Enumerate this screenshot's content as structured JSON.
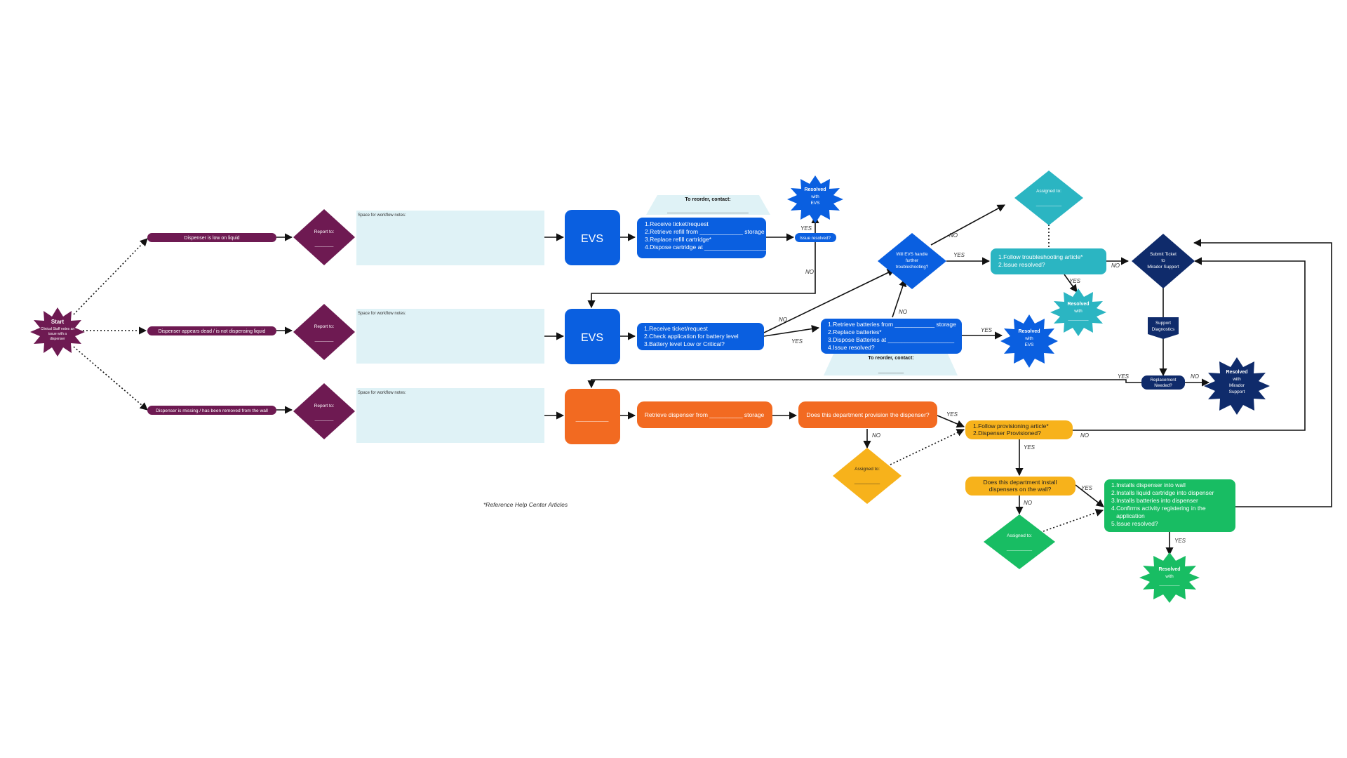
{
  "colors": {
    "plum": "#6e1a52",
    "blue": "#0a5fe0",
    "navy": "#0f2b6b",
    "teal": "#2bb5c2",
    "orange": "#f26a21",
    "yellow": "#f7b21b",
    "green": "#18bd63",
    "pale": "#dff2f6"
  },
  "start": {
    "title": "Start",
    "lines": [
      "Clinical Staff notes an",
      "issue with a",
      "dispenser"
    ]
  },
  "triggers": {
    "low": "Dispenser is low on liquid",
    "dead": "Dispenser appears dead / is not dispensing liquid",
    "missing": "Dispenser is missing / has been removed from the wall"
  },
  "report_to": {
    "label": "Report to:",
    "blank": "________"
  },
  "notes": {
    "label": "Space for workflow notes:"
  },
  "evs": "EVS",
  "orange_box_blank": "____________",
  "refill_steps": {
    "lines": [
      "1.Receive ticket/request",
      "2.Retrieve refill from _____________ storage",
      "3.Replace refill cartridge*",
      "4.Dispose cartridge at ____________________"
    ]
  },
  "reorder_top": {
    "title": "To reorder,  contact:",
    "blank": "________________________________"
  },
  "issue_resolved_small": "Issue resolved?",
  "resolved_evs_top": {
    "title": "Resolved",
    "lines": [
      "with",
      "EVS"
    ]
  },
  "battery_check": {
    "lines": [
      "1.Receive ticket/request",
      "2.Check application for battery level",
      "3.Battery level Low or Critical?"
    ]
  },
  "battery_steps": {
    "lines": [
      "1.Retrieve batteries from ____________ storage",
      "2.Replace batteries*",
      "3.Dispose Batteries at ____________________",
      "4.Issue resolved?"
    ]
  },
  "reorder_bottom": {
    "title": "To reorder,  contact:",
    "blank": "__________"
  },
  "resolved_evs_mid": {
    "title": "Resolved",
    "lines": [
      "with",
      "EVS"
    ]
  },
  "will_evs": {
    "lines": [
      "Will EVS handle",
      "further",
      "troubleshooting?"
    ]
  },
  "assigned_teal": {
    "label": "Assigned to:",
    "blank": "__________"
  },
  "troubleshoot": {
    "lines": [
      "1.Follow troubleshooting article*",
      "2.Issue resolved?"
    ]
  },
  "resolved_with_teal": {
    "title": "Resolved",
    "lines": [
      "with",
      "________"
    ]
  },
  "submit_ticket": {
    "lines": [
      "Submit Ticket",
      "to",
      "Mirador Support"
    ]
  },
  "support_diag": {
    "lines": [
      "Support",
      "Diagnostics"
    ]
  },
  "replacement": {
    "lines": [
      "Replacement",
      "Needed?"
    ]
  },
  "resolved_mirador": {
    "title": "Resolved",
    "lines": [
      "with",
      "Mirador",
      "Support"
    ]
  },
  "retrieve_dispenser": "Retrieve dispenser from __________ storage",
  "provision_question": "Does this department provision the dispenser?",
  "assigned_yellow": {
    "label": "Assigned to:",
    "blank": "__________"
  },
  "provisioning": {
    "lines": [
      "1.Follow provisioning article*",
      "2.Dispenser Provisioned?"
    ]
  },
  "install_question": {
    "lines": [
      "Does this department install",
      "dispensers on the wall?"
    ]
  },
  "assigned_green": {
    "label": "Assigned to:",
    "blank": "__________"
  },
  "install_steps": {
    "lines": [
      "1.Installs dispenser into wall",
      "2.Installs liquid cartridge into dispenser",
      "3.Installs batteries into dispenser",
      "4.Confirms activity registering in the",
      "   application",
      "5.Issue resolved?"
    ]
  },
  "resolved_with_green": {
    "title": "Resolved",
    "lines": [
      "with",
      "________"
    ]
  },
  "footnote": "*Reference Help Center Articles",
  "conditions": {
    "yes": "YES",
    "no": "NO"
  }
}
